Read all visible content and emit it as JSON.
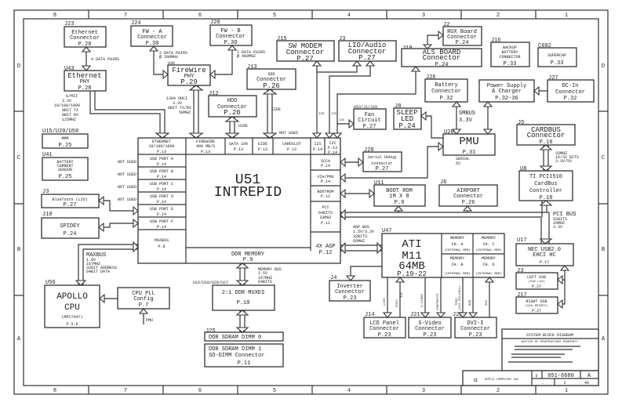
{
  "sheet": {
    "columns": [
      "8",
      "7",
      "6",
      "5",
      "4",
      "3",
      "2",
      "1"
    ],
    "rows": [
      "D",
      "C",
      "B",
      "A"
    ]
  },
  "title_block": {
    "title": "SYSTEM BLOCK DIAGRAM",
    "notice": "NOTICE OF PROPRIETARY PROPERTY",
    "company": "APPLE COMPUTER INC.",
    "size": "D",
    "drawing_number": "051-6680",
    "rev": "A",
    "scale": "—",
    "sheet": "2",
    "of": "46"
  },
  "blocks": {
    "j23": {
      "ref": "J23",
      "l1": "Ethernet",
      "l2": "Connector",
      "page": "P.28"
    },
    "u43": {
      "ref": "U43",
      "l1": "Ethernet",
      "l2": "PHY",
      "page": "P.28"
    },
    "j24": {
      "ref": "J24",
      "l1": "FW - A",
      "l2": "Connector",
      "page": "P.30"
    },
    "u36": {
      "ref": "U36",
      "l1": "FireWire",
      "l2": "PHY",
      "page": "P.29"
    },
    "j20": {
      "ref": "J20",
      "l1": "FW - B",
      "l2": "Connector",
      "page": "P.30"
    },
    "j13": {
      "ref": "J13",
      "l1": "ODD",
      "l2": "Connector",
      "page": "P.26"
    },
    "j12": {
      "ref": "J12",
      "l1": "HDD",
      "l2": "Connector",
      "page": "P.26"
    },
    "j15": {
      "ref": "J15",
      "l1": "SW MODEM",
      "l2": "Connector",
      "page": "P.27"
    },
    "j3a": {
      "ref": "J3",
      "l1": "LIO/Audio",
      "l2": "Connector",
      "page": "P.27"
    },
    "j19": {
      "ref": "J19",
      "l1": "ALS BOARD",
      "l2": "Connector",
      "page": "P.24"
    },
    "j2": {
      "ref": "J2",
      "l1": "RUX Board",
      "l2": "Connector",
      "page": "P.24"
    },
    "j16": {
      "ref": "J16",
      "l1": "BACKUP",
      "l2": "BATTERY",
      "l3": "CONNECTOR",
      "page": "P.33"
    },
    "c692": {
      "ref": "C692",
      "l1": "SUPERCAP",
      "page": "P.33"
    },
    "j26": {
      "ref": "J26",
      "l1": "Battery",
      "l2": "Connector",
      "page": "P.32"
    },
    "psu": {
      "l1": "Power Supply",
      "l2": "& Charger",
      "page": "P.32-36"
    },
    "j27": {
      "ref": "J27",
      "l1": "DC-In",
      "l2": "Connector",
      "page": "P.32"
    },
    "fan": {
      "ref": "U53/J1/J18",
      "l1": "Fan",
      "l2": "Circuit",
      "page": "P.27"
    },
    "j8": {
      "ref": "J8",
      "l1": "SLEEP",
      "l2": "LED",
      "page": "P.24"
    },
    "pmu": {
      "ref": "U28",
      "l1": "PMU",
      "page": "P.31",
      "note1": "SERIAL",
      "note2": "5V"
    },
    "j28": {
      "ref": "J28",
      "l1": "Serial Debug",
      "l2": "Connector",
      "page": "P.27"
    },
    "u11": {
      "ref": "U11",
      "l1": "BOOT ROM",
      "l2": "1M X 8",
      "page": "P.9"
    },
    "j6": {
      "ref": "J6",
      "l1": "AIRPORT",
      "l2": "Connector",
      "page": "P.26"
    },
    "j5": {
      "ref": "J5",
      "l1": "CARDBUS",
      "l2": "Connector",
      "page": "P.18"
    },
    "u8": {
      "ref": "U8",
      "l1": "TI PCI1510",
      "l2": "CardBus",
      "l3": "Controller",
      "page": "P.18"
    },
    "u17": {
      "ref": "U17",
      "l1": "NEC USB2.0",
      "l2": "EHCI HC",
      "page": "P.17"
    },
    "j3l": {
      "ref": "J3",
      "l1": "LEFT USB",
      "l2": "(VIA LIO)",
      "page": "P.27"
    },
    "j17": {
      "ref": "J17",
      "l1": "RIGHT USB",
      "l2": "(VIA SPIDEY)",
      "page": "P.27"
    },
    "mmm": {
      "ref": "U15/U20/U58",
      "l1": "MMM",
      "page": "P.25"
    },
    "u41": {
      "ref": "U41",
      "l1": "BATTERY",
      "l2": "CURRENT",
      "l3": "SENSOR",
      "page": "P.25"
    },
    "bt": {
      "ref": "J3",
      "l1": "BlueTooth (LIO)",
      "page": "P.27"
    },
    "j10": {
      "ref": "J10",
      "l1": "SPIDEY",
      "page": "P.24"
    },
    "u56": {
      "ref": "U56",
      "l1": "APOLLO",
      "l2": "CPU",
      "l3": "(MPC7447)",
      "page": "P.5-6"
    },
    "pll": {
      "l1": "CPU PLL",
      "l2": "Config",
      "page": "P.7",
      "input": "PMU"
    },
    "mux": {
      "ref": "U16/U18/U28/U27",
      "l1": "2:1 DDR MUXES",
      "page": "P.10"
    },
    "j25": {
      "ref": "J25",
      "l1": "DDR SDRAM DIMM 0",
      "l2": "DDR SDRAM DIMM 1",
      "l3": "SO-DIMM Connector",
      "page": "P.11"
    },
    "u47": {
      "ref": "U47",
      "l1": "ATI",
      "l2": "M11",
      "l3": "64MB",
      "page": "P.19-22"
    },
    "j4": {
      "ref": "J4",
      "l1": "Inverter",
      "l2": "Connector",
      "page": "P.23"
    },
    "j14": {
      "ref": "J14",
      "l1": "LCD Panel",
      "l2": "Connector",
      "page": "P.23"
    },
    "j21": {
      "ref": "J21",
      "l1": "S-Video",
      "l2": "Connector",
      "page": "P.23"
    },
    "j22": {
      "ref": "J22",
      "l1": "DVI-I",
      "l2": "Connector",
      "page": "P.23"
    }
  },
  "u51": {
    "ref": "U51",
    "name": "INTREPID",
    "top": [
      {
        "l1": "ETHERNET",
        "l2": "10/100/1000",
        "page": "P.13"
      },
      {
        "l1": "FIREWIRE",
        "l2": "400 MB/S",
        "page": "P.13"
      },
      {
        "l1": "UATA 100",
        "page": "P.13"
      },
      {
        "l1": "EIDE",
        "page": "P.13"
      },
      {
        "l1": "CARDSLOT",
        "page": "P.13"
      },
      {
        "l1": "I2S",
        "page": "P.14"
      },
      {
        "l1": "I2C",
        "page": "P.13",
        "page2": "P.14"
      }
    ],
    "usb": [
      {
        "label": "USB PORT A",
        "page": "P.14",
        "note": "NOT USED"
      },
      {
        "label": "USB PORT B",
        "page": "P.14",
        "note": "NOT USED"
      },
      {
        "label": "USB PORT C",
        "page": "P.14",
        "note": "NOT USED"
      },
      {
        "label": "USB PORT D",
        "page": "P.14",
        "note": "NOT USED"
      },
      {
        "label": "USB PORT E",
        "page": "P.14"
      },
      {
        "label": "USB PORT F",
        "page": "P.14"
      }
    ],
    "maxbus": {
      "l1": "MAXBUS",
      "page": "P.8"
    },
    "ddr": {
      "l1": "DDR MEMORY",
      "page": "P.9"
    },
    "right": [
      {
        "l1": "SCCA",
        "page": "P.14"
      },
      {
        "l1": "VIA/PMU",
        "page": "P.14"
      },
      {
        "l1": "BOOTROM",
        "page": "P.12"
      },
      {
        "l1": "PCI",
        "l2": "64BITS",
        "l3": "33MHZ",
        "page": "P.12"
      },
      {
        "l1": "4X AGP",
        "page": "P.12"
      }
    ]
  },
  "annotations": {
    "eth_pairs": "4 DATA PAIRS",
    "gmii": [
      "G/MII",
      "3.3V",
      "10/100/1000",
      "8BIT TX",
      "8BIT RX",
      "125MHZ"
    ],
    "fwa": [
      "2 DATA PAIRS",
      "@ 200MHz"
    ],
    "fwb": [
      "2 DATA PAIRS",
      "@ 400MHZ"
    ],
    "fw_bus": [
      "1394 OHCI",
      "3.3V",
      "8BIT TX/RX",
      "50MHZ"
    ],
    "uide": "UIDE",
    "eide": "EIDE",
    "not_used": "NOT USED",
    "i2s": "I2S",
    "i2c": "I2C",
    "smbus": [
      "SMBUS",
      "3.3V"
    ],
    "cardbus": [
      "33MHZ",
      "16/32 BITS",
      "3.3V/5V"
    ],
    "pci_bus": [
      "PCI BUS",
      "32BITS",
      "33MHZ",
      "3.3V"
    ],
    "agp_bus": [
      "AGP BUS",
      "1.5V/3.3V",
      "32BITS",
      "66MHZ"
    ],
    "maxbus": [
      "MAXBUS",
      "1.8V",
      "167MHZ",
      "32BIT ADDRESS",
      "64BIT DATA"
    ],
    "mem_bus": [
      "MEMORY BUS",
      "2.5V",
      "167MHZ",
      "64BITS"
    ],
    "gpu_mem": [
      "MEMORY",
      "CH. A",
      "MEMORY",
      "CH. C",
      "MEMORY",
      "CH. B",
      "MEMORY",
      "CH. D",
      "(INTERNAL MEM)"
    ],
    "gpu_sig": [
      "LVDS",
      "EDID",
      "I2C",
      "S-VIDEO",
      "COMPOSITE",
      "TMDS",
      "(VIA SIL1162)",
      "RGB",
      "DDC"
    ]
  }
}
